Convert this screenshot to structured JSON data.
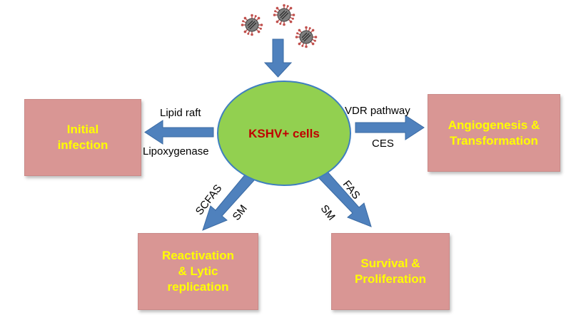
{
  "center": {
    "label": "KSHV+ cells"
  },
  "boxes": {
    "initial": "Initial\ninfection",
    "angio": "Angiogenesis &\nTransformation",
    "react": "Reactivation\n& Lytic\nreplication",
    "survival": "Survival &\nProliferation"
  },
  "labels": {
    "lipid_raft": "Lipid raft",
    "lipoxygenase": "Lipoxygenase",
    "vdr": "VDR pathway",
    "ces": "CES",
    "scfas": "SCFAS",
    "sm_left": "SM",
    "fas": "FAS",
    "sm_right": "SM"
  },
  "colors": {
    "ellipse_fill": "#92d050",
    "ellipse_stroke": "#3f7fbf",
    "arrow": "#4f81bd",
    "box_fill": "#d99694",
    "box_text": "#ffff00",
    "center_text": "#c00000",
    "virus": "#c0504d"
  },
  "icons": [
    "virus-icon",
    "virus-icon",
    "virus-icon"
  ]
}
